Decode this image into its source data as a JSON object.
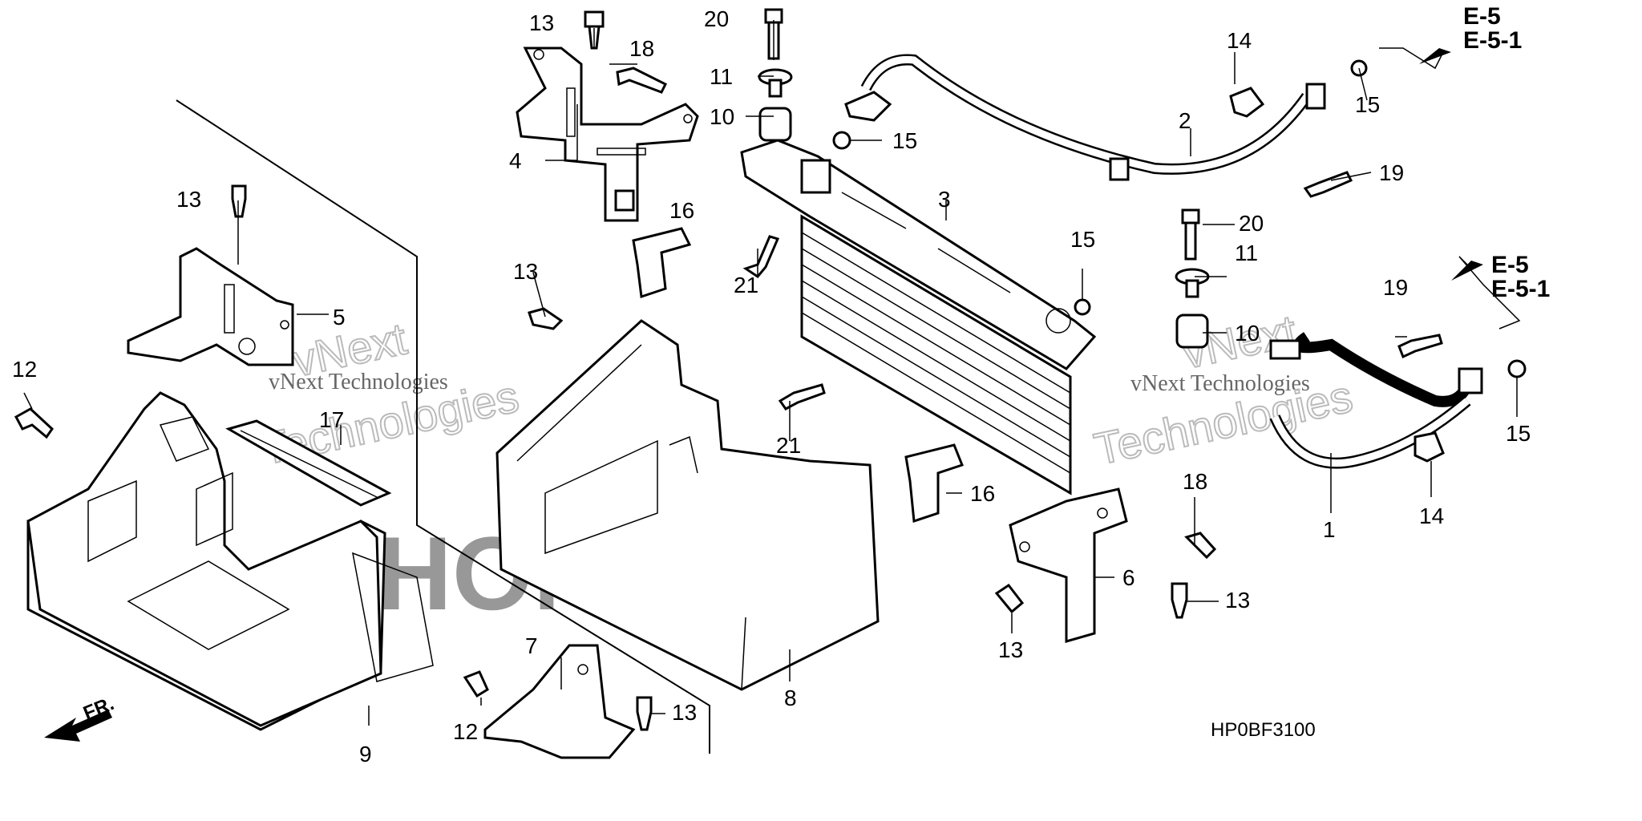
{
  "diagram": {
    "code": "HP0BF3100",
    "front_marker": "FR.",
    "brand_watermark": "HONDA",
    "watermark_lines": [
      "vNext",
      "vNext Technologies",
      "Technologies"
    ],
    "watermark_text_small": "vNext Technologies",
    "refs": {
      "ref_top_a": "E-5",
      "ref_top_b": "E-5-1",
      "ref_mid_a": "E-5",
      "ref_mid_b": "E-5-1"
    },
    "callouts": {
      "c13_a": "13",
      "c20_a": "20",
      "c18_a": "18",
      "c11_a": "11",
      "c10_a": "10",
      "c4": "4",
      "c15_a": "15",
      "c14_a": "14",
      "c15_b": "15",
      "c2": "2",
      "c19_a": "19",
      "c13_b": "13",
      "c16_a": "16",
      "c3": "3",
      "c20_b": "20",
      "c5": "5",
      "c15_c": "15",
      "c11_b": "11",
      "c13_c": "13",
      "c21_a": "21",
      "c19_b": "19",
      "c10_b": "10",
      "c12_a": "12",
      "c17": "17",
      "c21_b": "21",
      "c15_d": "15",
      "c14_b": "14",
      "c16_b": "16",
      "c18_b": "18",
      "c1": "1",
      "c6": "6",
      "c13_d": "13",
      "c13_e": "13",
      "c7": "7",
      "c8": "8",
      "c13_f": "13",
      "c12_b": "12",
      "c9": "9"
    }
  }
}
